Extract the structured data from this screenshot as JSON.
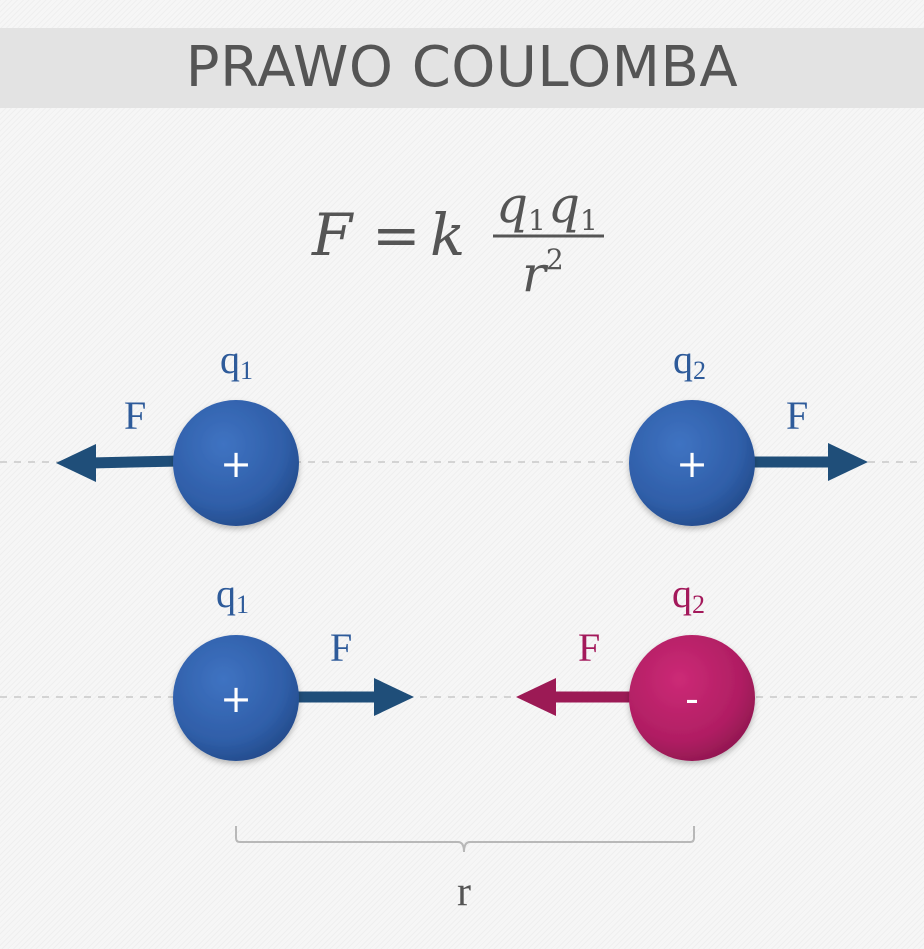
{
  "title": "PRAWO COULOMBA",
  "formula": {
    "lhs": "F",
    "equals": "=",
    "constant": "k",
    "numerator_1": "q",
    "numerator_1_sub": "1",
    "numerator_2": "q",
    "numerator_2_sub": "1",
    "denominator": "r",
    "denominator_exp": "2"
  },
  "repulsion": {
    "charge_left": {
      "label": "q",
      "sub": "1",
      "sign": "+"
    },
    "charge_right": {
      "label": "q",
      "sub": "2",
      "sign": "+"
    },
    "force_left_label": "F",
    "force_right_label": "F"
  },
  "attraction": {
    "charge_left": {
      "label": "q",
      "sub": "1",
      "sign": "+"
    },
    "charge_right": {
      "label": "q",
      "sub": "2",
      "sign": "-"
    },
    "force_left_label": "F",
    "force_right_label": "F"
  },
  "distance_label": "r",
  "colors": {
    "positive": "#2f5ea8",
    "negative": "#b01e63",
    "arrow_blue": "#1f4e79",
    "arrow_pink": "#9c1a55",
    "label_blue": "#2e5b9a",
    "label_pink": "#a3195b",
    "text_gray": "#555555",
    "line_gray": "#c8c8c8"
  }
}
